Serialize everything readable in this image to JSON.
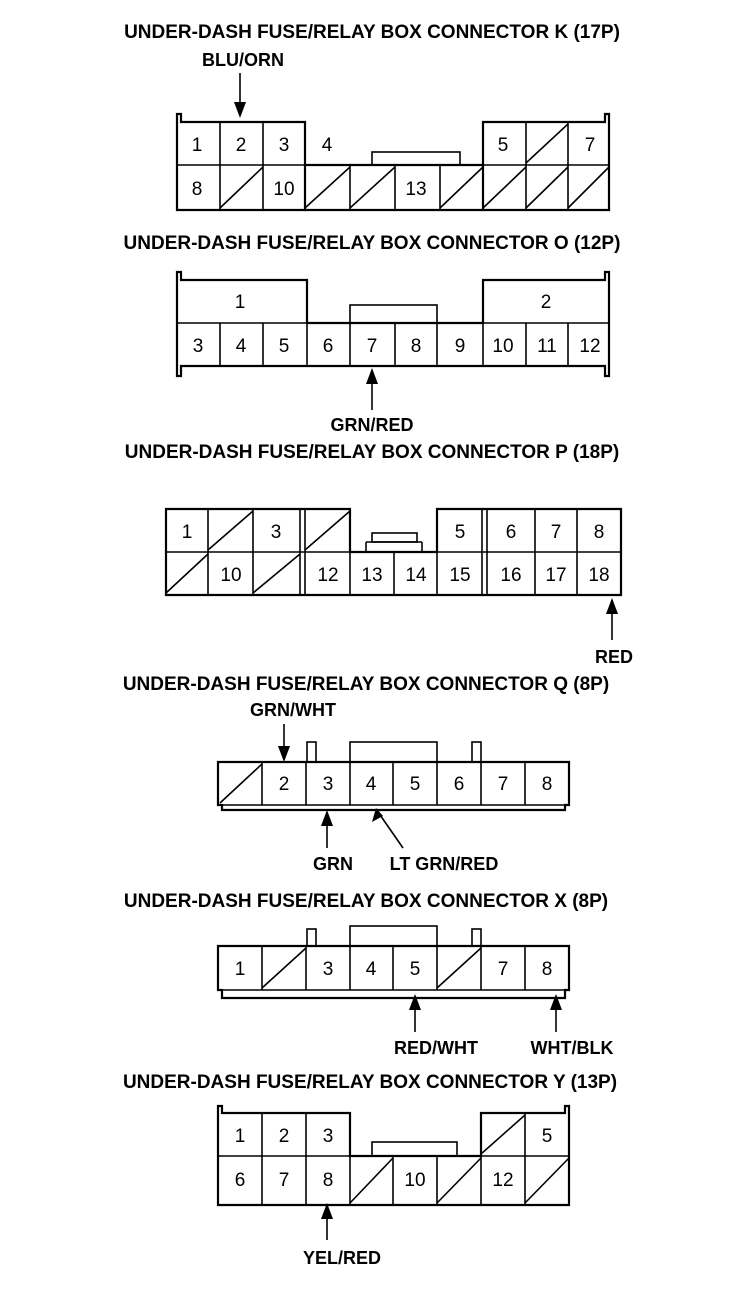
{
  "connectors": [
    {
      "id": "K",
      "title": "UNDER-DASH FUSE/RELAY BOX CONNECTOR K (17P)",
      "top_row": [
        "1",
        "2",
        "3",
        "4",
        "",
        "",
        "",
        "5",
        "",
        "7"
      ],
      "bottom_row": [
        "8",
        "",
        "10",
        "",
        "",
        "13",
        "",
        "",
        "",
        ""
      ],
      "wire_labels": [
        "BLU/ORN"
      ]
    },
    {
      "id": "O",
      "title": "UNDER-DASH FUSE/RELAY BOX CONNECTOR O (12P)",
      "top_row": [
        "1",
        "2"
      ],
      "bottom_row": [
        "3",
        "4",
        "5",
        "6",
        "7",
        "8",
        "9",
        "10",
        "11",
        "12"
      ],
      "wire_labels": [
        "GRN/RED"
      ]
    },
    {
      "id": "P",
      "title": "UNDER-DASH FUSE/RELAY BOX CONNECTOR P (18P)",
      "top_row": [
        "1",
        "",
        "3",
        "",
        "",
        "",
        "5",
        "6",
        "7",
        "8"
      ],
      "bottom_row": [
        "",
        "10",
        "",
        "12",
        "13",
        "14",
        "15",
        "16",
        "17",
        "18"
      ],
      "wire_labels": [
        "RED"
      ]
    },
    {
      "id": "Q",
      "title": "UNDER-DASH FUSE/RELAY BOX CONNECTOR Q (8P)",
      "row": [
        "",
        "2",
        "3",
        "4",
        "5",
        "6",
        "7",
        "8"
      ],
      "wire_labels": [
        "GRN/WHT",
        "GRN",
        "LT GRN/RED"
      ]
    },
    {
      "id": "X",
      "title": "UNDER-DASH FUSE/RELAY BOX CONNECTOR X (8P)",
      "row": [
        "1",
        "",
        "3",
        "4",
        "5",
        "",
        "7",
        "8"
      ],
      "wire_labels": [
        "RED/WHT",
        "WHT/BLK"
      ]
    },
    {
      "id": "Y",
      "title": "UNDER-DASH FUSE/RELAY BOX CONNECTOR Y (13P)",
      "top_row": [
        "1",
        "2",
        "3",
        "",
        "",
        "",
        "",
        "5"
      ],
      "bottom_row": [
        "6",
        "7",
        "8",
        "",
        "10",
        "",
        "12",
        ""
      ],
      "wire_labels": [
        "YEL/RED"
      ]
    }
  ]
}
